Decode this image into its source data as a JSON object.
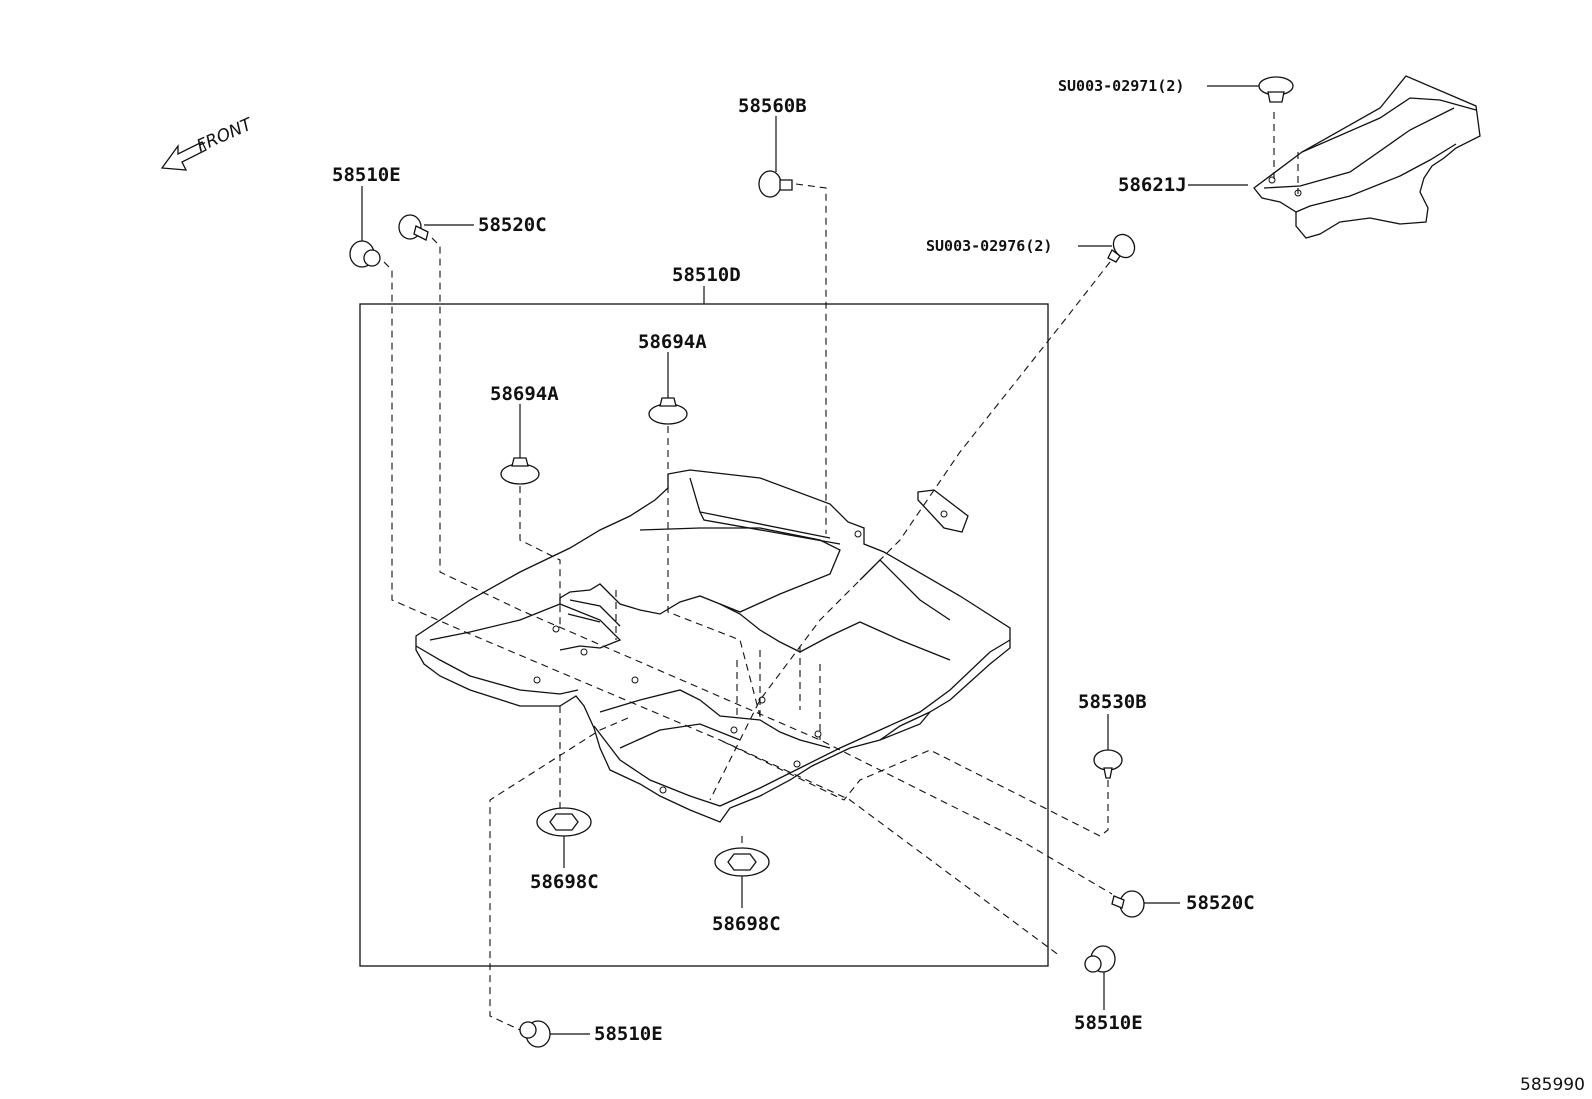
{
  "diagram": {
    "front_direction_label": "FRONT",
    "catalog_number": "585990",
    "callouts": {
      "clip_front_left_top": "58510E",
      "screw_left_top": "58520C",
      "main_assembly": "58510D",
      "bolt_top": "58560B",
      "bracket_code": "58621J",
      "bracket_screw_top": "SU003-02971(2)",
      "bracket_screw_lower": "SU003-02976(2)",
      "pad_center": "58694A",
      "pad_left": "58694A",
      "retainer_right": "58530B",
      "screw_right": "58520C",
      "seal_left": "58698C",
      "seal_center": "58698C",
      "clip_right_bottom": "58510E",
      "clip_left_bottom": "58510E"
    }
  }
}
